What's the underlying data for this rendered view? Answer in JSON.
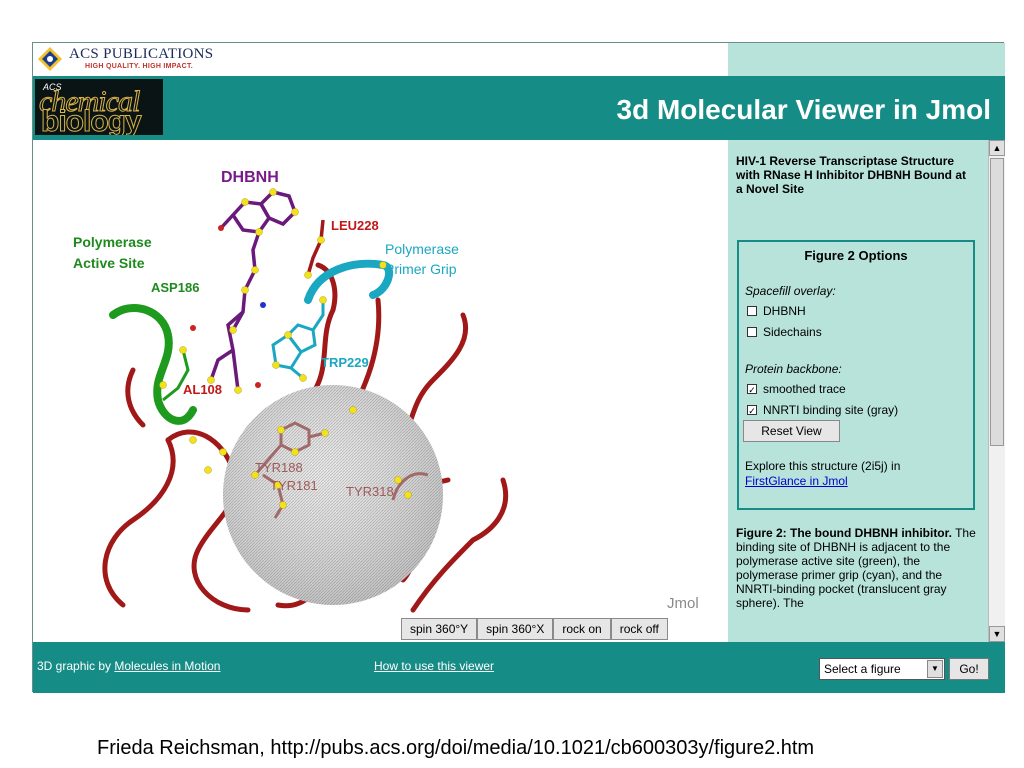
{
  "publisher": {
    "name": "ACS PUBLICATIONS",
    "tagline": "HIGH QUALITY. HIGH IMPACT."
  },
  "journal": {
    "small": "ACS",
    "line1": "chemical",
    "line2": "biology"
  },
  "header": {
    "title": "3d Molecular Viewer in Jmol"
  },
  "viewer": {
    "labels": {
      "dhbnh": "DHBNH",
      "polymerase_active_site_1": "Polymerase",
      "polymerase_active_site_2": "Active Site",
      "leu228": "LEU228",
      "primer_grip_1": "Polymerase",
      "primer_grip_2": "Primer Grip",
      "asp186": "ASP186",
      "trp229": "TRP229",
      "val108": "AL108",
      "tyr188": "TYR188",
      "tyr181": "TYR181",
      "tyr318": "TYR318"
    },
    "jmol_label": "Jmol",
    "buttons": [
      "spin 360°Y",
      "spin 360°X",
      "rock on",
      "rock off"
    ],
    "colors": {
      "backbone": "#a01818",
      "active_site": "#1e9a1e",
      "primer_grip": "#1aa7c2",
      "ligand": "#6a1a7a",
      "atom": "#f2e21c",
      "pocket": "#c8c8c8"
    }
  },
  "side": {
    "title": "HIV-1 Reverse Transcriptase Structure with RNase H Inhibitor DHBNH Bound at a Novel Site",
    "options_title": "Figure 2 Options",
    "spacefill_label": "Spacefill overlay:",
    "spacefill_items": [
      {
        "label": "DHBNH",
        "checked": false
      },
      {
        "label": "Sidechains",
        "checked": false
      }
    ],
    "backbone_label": "Protein backbone:",
    "backbone_items": [
      {
        "label": "smoothed trace",
        "checked": true
      },
      {
        "label": "NNRTI binding site (gray)",
        "checked": true
      }
    ],
    "reset_label": "Reset View",
    "explore_text": "Explore this structure (2i5j) in",
    "explore_link": "FirstGlance in Jmol",
    "desc_bold": "Figure 2: The bound DHBNH inhibitor.",
    "desc_text": " The binding site of DHBNH is adjacent to the polymerase active site (green), the polymerase primer grip (cyan), and the NNRTI-binding pocket (translucent gray sphere). The"
  },
  "footer": {
    "credit_prefix": "3D graphic by",
    "credit_link": "Molecules in Motion",
    "howto": "How to use this viewer",
    "select_value": "Select a figure",
    "go_label": "Go!"
  },
  "citation": "Frieda Reichsman, http://pubs.acs.org/doi/media/10.1021/cb600303y/figure2.htm"
}
